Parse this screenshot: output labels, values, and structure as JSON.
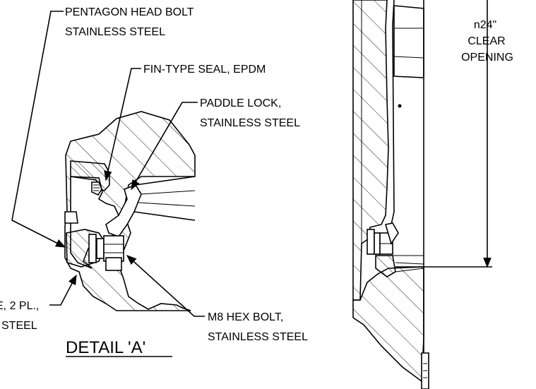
{
  "labels": {
    "pentagon_bolt_line1": "PENTAGON HEAD BOLT",
    "pentagon_bolt_line2": "STAINLESS STEEL",
    "fin_seal": "FIN-TYPE SEAL, EPDM",
    "paddle_lock_line1": "PADDLE LOCK,",
    "paddle_lock_line2": "STAINLESS STEEL",
    "left_cut_line1": "E, 2 PL.,",
    "left_cut_line2": "STEEL",
    "hex_bolt_line1": "M8 HEX BOLT,",
    "hex_bolt_line2": "STAINLESS STEEL",
    "detail_title": "DETAIL 'A'",
    "opening_line1": "n24\"",
    "opening_line2": "CLEAR",
    "opening_line3": "OPENING"
  },
  "colors": {
    "ink": "#000000",
    "paper": "#ffffff"
  }
}
